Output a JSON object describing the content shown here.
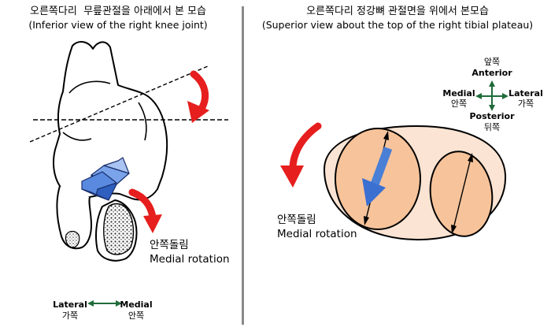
{
  "left_panel": {
    "title_ko": "오른쪽다리  무릎관절을 아래에서 본 모습",
    "title_en": "(Inferior view of the right knee joint)",
    "rotation_ko": "안쪽돌림",
    "rotation_en": "Medial rotation",
    "axis": {
      "lateral_en": "Lateral",
      "lateral_ko": "가쪽",
      "medial_en": "Medial",
      "medial_ko": "안쪽"
    }
  },
  "right_panel": {
    "title_ko": "오른쪽다리 정강뼈 관절면을 위에서 본모습",
    "title_en": "(Superior view about the top of the right tibial plateau)",
    "rotation_ko": "안쪽돌림",
    "rotation_en": "Medial rotation",
    "compass": {
      "anterior_ko": "앞쪽",
      "anterior_en": "Anterior",
      "medial_en": "Medial",
      "medial_ko": "안쪽",
      "lateral_en": "Lateral",
      "lateral_ko": "가쪽",
      "posterior_en": "Posterior",
      "posterior_ko": "뒤쪽"
    }
  },
  "colors": {
    "divider": "#8a8a8a",
    "red_arrow": "#e61e1e",
    "blue_arrow": "#4a7fd6",
    "compass_green": "#1f6b3a",
    "plateau_outer": "#fbe4d3",
    "condyle_fill": "#f7c39a"
  }
}
